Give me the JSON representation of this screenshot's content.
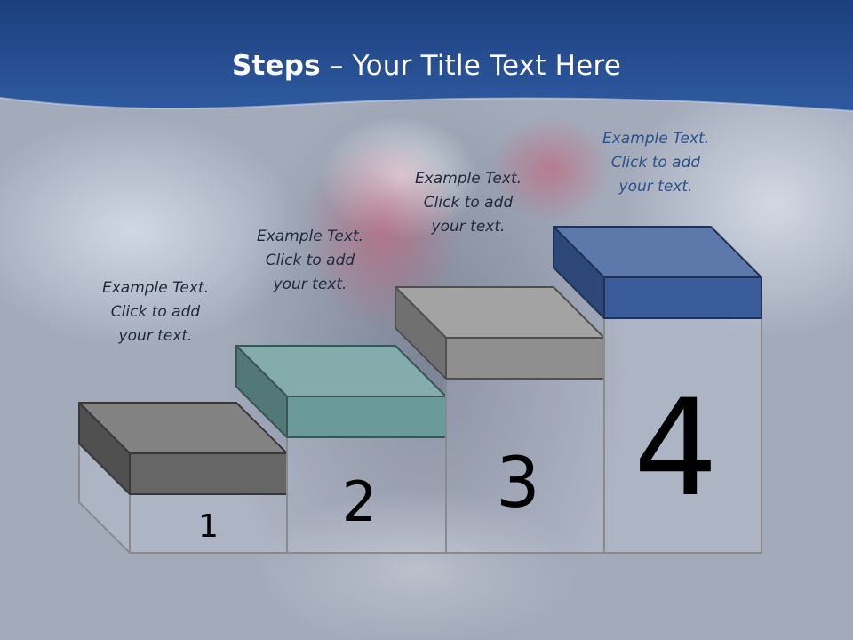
{
  "title": {
    "bold": "Steps",
    "rest": " – Your Title Text Here"
  },
  "steps": [
    {
      "number": "1",
      "lines": [
        "Example Text.",
        "Click  to add",
        "your text."
      ],
      "color": "#666666"
    },
    {
      "number": "2",
      "lines": [
        "Example Text.",
        "Click  to add",
        "your text."
      ],
      "color": "#6a9a9a"
    },
    {
      "number": "3",
      "lines": [
        "Example Text.",
        "Click  to add",
        "your text."
      ],
      "color": "#8f8f8f"
    },
    {
      "number": "4",
      "lines": [
        "Example Text.",
        "Click  to add",
        "your text."
      ],
      "color": "#3a5c9a"
    }
  ],
  "colors": {
    "banner": "#234a8c",
    "box_outline": "#8a8a8a"
  }
}
